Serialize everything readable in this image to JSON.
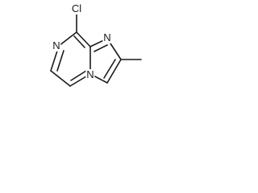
{
  "molecule": {
    "atoms": {
      "chlorine": "Cl",
      "nitrogen_six_ring": "N",
      "nitrogen_imidazole": "N",
      "nitrogen_bridgehead": "N"
    }
  }
}
